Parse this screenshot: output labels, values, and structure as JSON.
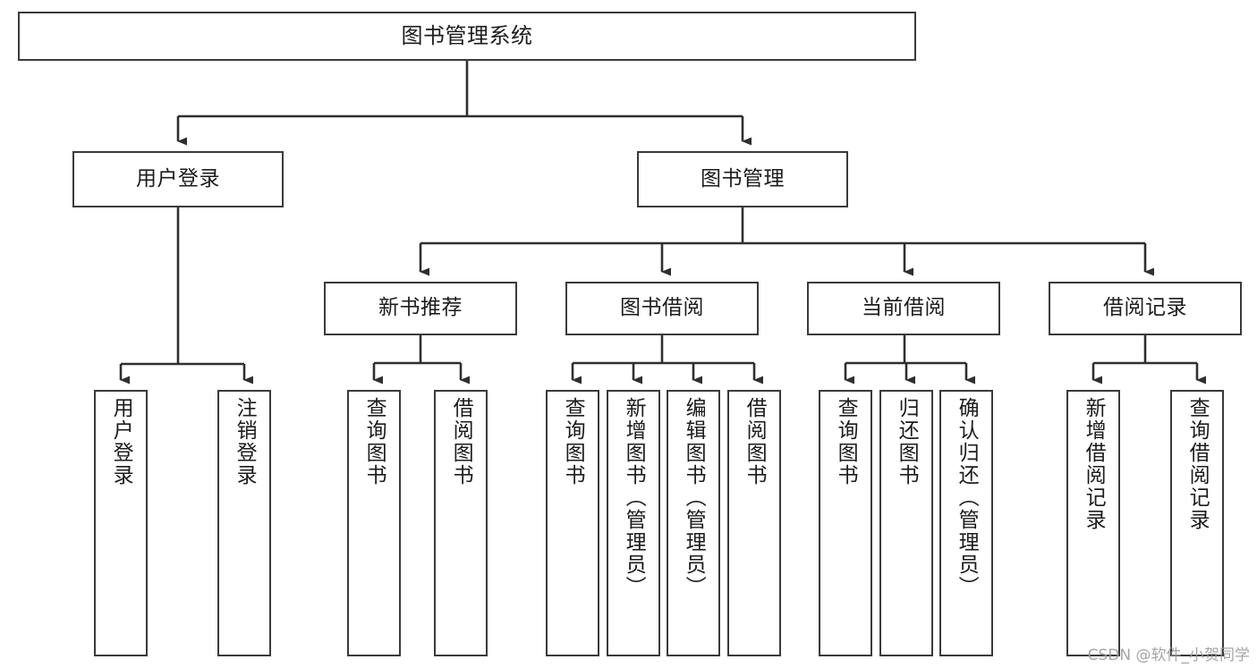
{
  "diagram": {
    "title": "图书管理系统",
    "type": "tree-hierarchy-chart",
    "watermark": "CSDN @软件_小贺同学",
    "colors": {
      "box_border": "#3a3a3a",
      "box_fill": "#ffffff",
      "connector": "#2f2f2f",
      "text": "#1c1c1c",
      "watermark": "#9d9d9d",
      "background": "#ffffff"
    },
    "root": {
      "label": "图书管理系统"
    },
    "level2": [
      {
        "id": "user-login",
        "label": "用户登录"
      },
      {
        "id": "book-management",
        "label": "图书管理"
      }
    ],
    "level3": [
      {
        "id": "new-book-recommend",
        "label": "新书推荐"
      },
      {
        "id": "book-borrow",
        "label": "图书借阅"
      },
      {
        "id": "current-borrow",
        "label": "当前借阅"
      },
      {
        "id": "borrow-record",
        "label": "借阅记录"
      }
    ],
    "leaves": {
      "user-login": [
        {
          "id": "leaf-user-login",
          "label": "用户登录"
        },
        {
          "id": "leaf-logout-login",
          "label": "注销登录"
        }
      ],
      "new-book-recommend": [
        {
          "id": "leaf-query-book-1",
          "label": "查询图书"
        },
        {
          "id": "leaf-borrow-book-1",
          "label": "借阅图书"
        }
      ],
      "book-borrow": [
        {
          "id": "leaf-query-book-2",
          "label": "查询图书"
        },
        {
          "id": "leaf-add-book",
          "label": "新增图书（管理员）"
        },
        {
          "id": "leaf-edit-book",
          "label": "编辑图书（管理员）"
        },
        {
          "id": "leaf-borrow-book-2",
          "label": "借阅图书"
        }
      ],
      "current-borrow": [
        {
          "id": "leaf-query-book-3",
          "label": "查询图书"
        },
        {
          "id": "leaf-return-book",
          "label": "归还图书"
        },
        {
          "id": "leaf-confirm-return",
          "label": "确认归还（管理员）"
        }
      ],
      "borrow-record": [
        {
          "id": "leaf-add-borrow-record",
          "label": "新增借阅记录"
        },
        {
          "id": "leaf-query-borrow-record",
          "label": "查询借阅记录"
        }
      ]
    }
  }
}
